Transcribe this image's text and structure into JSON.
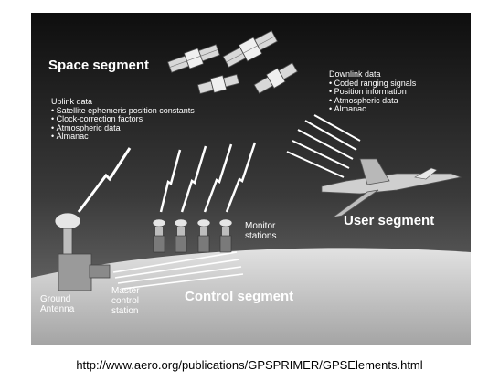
{
  "segments": {
    "space": "Space segment",
    "user": "User segment",
    "control": "Control segment"
  },
  "uplink": {
    "title": "Uplink data",
    "items": [
      "Satellite ephemeris position constants",
      "Clock-correction factors",
      "Atmospheric data",
      "Almanac"
    ]
  },
  "downlink": {
    "title": "Downlink data",
    "items": [
      "Coded ranging signals",
      "Position information",
      "Atmospheric data",
      "Almanac"
    ]
  },
  "labels": {
    "monitor_stations": [
      "Monitor",
      "stations"
    ],
    "master_control": [
      "Master",
      "control",
      "station"
    ],
    "ground_antenna": [
      "Ground",
      "Antenna"
    ]
  },
  "source_url": "http://www.aero.org/publications/GPSPRIMER/GPSElements.html",
  "colors": {
    "background_top": "#111111",
    "background_bottom": "#6a6a6a",
    "ground": "#c8c8c8",
    "ink": "#ffffff"
  }
}
